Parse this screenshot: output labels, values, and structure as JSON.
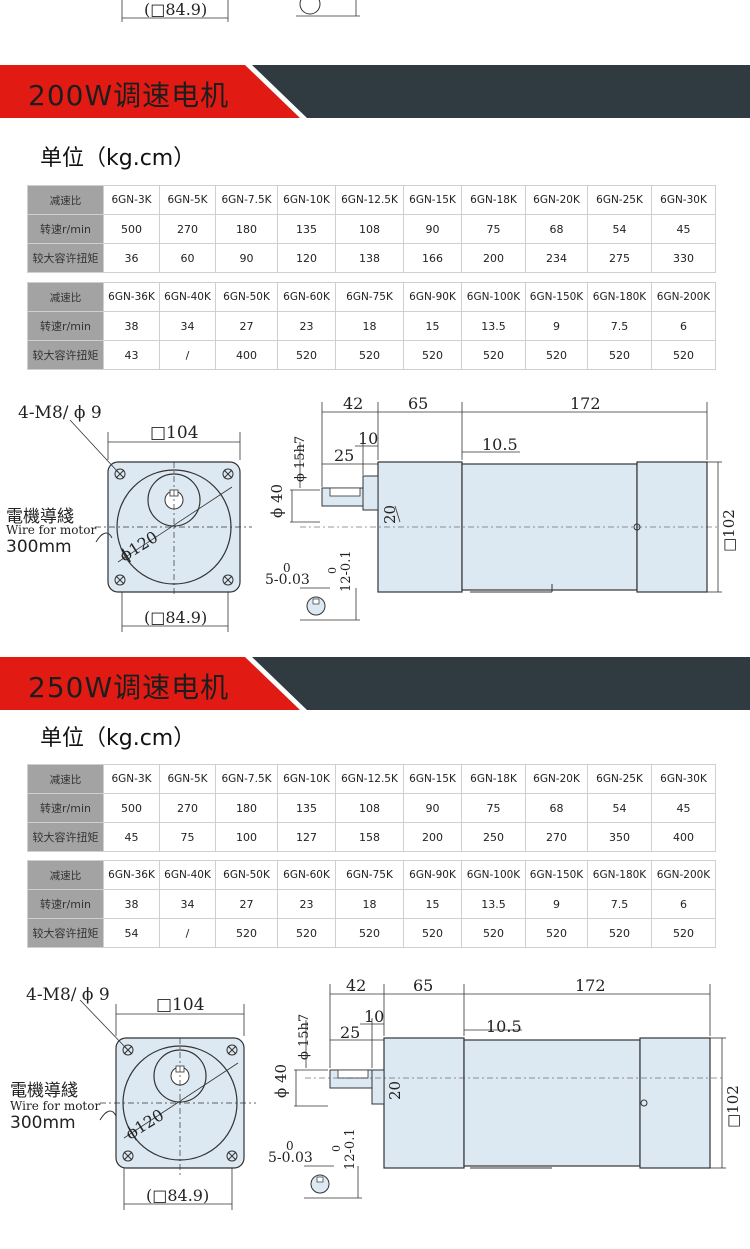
{
  "top_fragment": {
    "dim_label": "(□84.9)"
  },
  "sections": [
    {
      "title": "200W调速电机",
      "unit": "单位（kg.cm）",
      "row_labels": [
        "减速比",
        "转速r/min",
        "较大容许扭矩"
      ],
      "table1": {
        "ratios": [
          "6GN-3K",
          "6GN-5K",
          "6GN-7.5K",
          "6GN-10K",
          "6GN-12.5K",
          "6GN-15K",
          "6GN-18K",
          "6GN-20K",
          "6GN-25K",
          "6GN-30K"
        ],
        "speed": [
          "500",
          "270",
          "180",
          "135",
          "108",
          "90",
          "75",
          "68",
          "54",
          "45"
        ],
        "torque": [
          "36",
          "60",
          "90",
          "120",
          "138",
          "166",
          "200",
          "234",
          "275",
          "330"
        ]
      },
      "table2": {
        "ratios": [
          "6GN-36K",
          "6GN-40K",
          "6GN-50K",
          "6GN-60K",
          "6GN-75K",
          "6GN-90K",
          "6GN-100K",
          "6GN-150K",
          "6GN-180K",
          "6GN-200K"
        ],
        "speed": [
          "38",
          "34",
          "27",
          "23",
          "18",
          "15",
          "13.5",
          "9",
          "7.5",
          "6"
        ],
        "torque": [
          "43",
          "/",
          "400",
          "520",
          "520",
          "520",
          "520",
          "520",
          "520",
          "520"
        ]
      },
      "drawing": {
        "mount": "4-M8/ ϕ 9",
        "square": "□104",
        "wire_cn": "電機導綫",
        "wire_en": "Wire for motor",
        "wire_len": "300mm",
        "pcd": "ϕ120",
        "bottom_square": "(□84.9)",
        "d42": "42",
        "d65": "65",
        "d172": "172",
        "d10": "10",
        "d10_5": "10.5",
        "d25": "25",
        "shaft": "ϕ 15h7",
        "flange": "ϕ 40",
        "d20": "20",
        "side": "□102",
        "key_top": "0",
        "key_bottom": "5-0.03",
        "key_height": "12-0.1",
        "key_height_top": "0"
      }
    },
    {
      "title": "250W调速电机",
      "unit": "单位（kg.cm）",
      "row_labels": [
        "减速比",
        "转速r/min",
        "较大容许扭矩"
      ],
      "table1": {
        "ratios": [
          "6GN-3K",
          "6GN-5K",
          "6GN-7.5K",
          "6GN-10K",
          "6GN-12.5K",
          "6GN-15K",
          "6GN-18K",
          "6GN-20K",
          "6GN-25K",
          "6GN-30K"
        ],
        "speed": [
          "500",
          "270",
          "180",
          "135",
          "108",
          "90",
          "75",
          "68",
          "54",
          "45"
        ],
        "torque": [
          "45",
          "75",
          "100",
          "127",
          "158",
          "200",
          "250",
          "270",
          "350",
          "400"
        ]
      },
      "table2": {
        "ratios": [
          "6GN-36K",
          "6GN-40K",
          "6GN-50K",
          "6GN-60K",
          "6GN-75K",
          "6GN-90K",
          "6GN-100K",
          "6GN-150K",
          "6GN-180K",
          "6GN-200K"
        ],
        "speed": [
          "38",
          "34",
          "27",
          "23",
          "18",
          "15",
          "13.5",
          "9",
          "7.5",
          "6"
        ],
        "torque": [
          "54",
          "/",
          "520",
          "520",
          "520",
          "520",
          "520",
          "520",
          "520",
          "520"
        ]
      },
      "drawing": {
        "mount": "4-M8/ ϕ 9",
        "square": "□104",
        "wire_cn": "電機導綫",
        "wire_en": "Wire for motor",
        "wire_len": "300mm",
        "pcd": "ϕ120",
        "bottom_square": "(□84.9)",
        "d42": "42",
        "d65": "65",
        "d172": "172",
        "d10": "10",
        "d10_5": "10.5",
        "d25": "25",
        "shaft": "ϕ 15h7",
        "flange": "ϕ 40",
        "d20": "20",
        "side": "□102",
        "key_top": "0",
        "key_bottom": "5-0.03",
        "key_height": "12-0.1",
        "key_height_top": "0"
      }
    }
  ],
  "colors": {
    "banner_red": "#e11b14",
    "banner_dark": "#2f3b40",
    "motor_fill": "#dde9f2",
    "header_gray": "#a3a3a3"
  }
}
